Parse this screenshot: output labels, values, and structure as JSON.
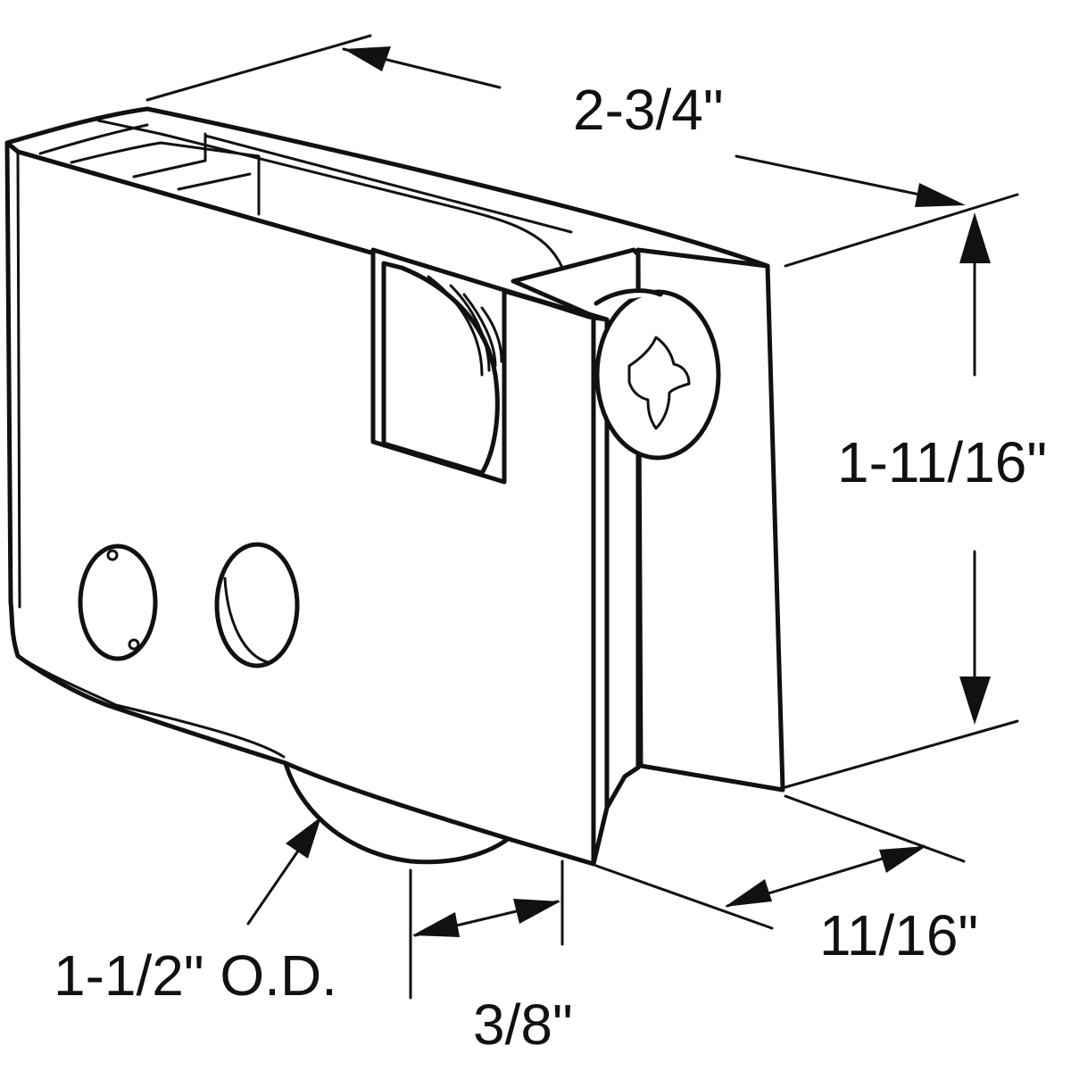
{
  "diagram": {
    "labels": {
      "length": "2-3/4\"",
      "height": "1-11/16\"",
      "depth": "11/16\"",
      "wheel_diameter": "1-1/2\" O.D.",
      "wheel_width": "3/8\""
    },
    "colors": {
      "stroke": "#111111",
      "background": "#ffffff"
    }
  }
}
